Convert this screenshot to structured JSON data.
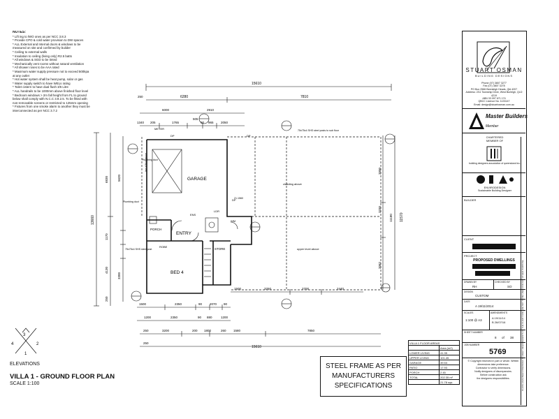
{
  "notes": {
    "heading": "NOTES:",
    "lines": [
      "* Lift ing to lWO ones as per NCC 3.8.3",
      "* Provide CPO & cold water provision to DW spaces",
      "* ALL External and Internal doors & windows to be",
      "measured on site and confirmed by builder",
      "* Ceiling to external walls",
      "* Insulation to ceiling (living only) R2.5 batts",
      "* All windows & SGD to be tinted",
      "* Mechanically vent rooms without natural ventilation",
      "* All shower roses to be AAA rated",
      "* Maximum water supply pressure not to exceed 500kpa",
      "at any outlet",
      "* Hot water system shall be heat pump, solar or gas",
      "* Water supply switch to have WELs rating",
      "* Toilet cistern to have dual flush 3/6 Litre",
      "* ALL handrails to be 1000mm above finished floor level",
      "* Bedroom windows > 2m fall height from FL to ground",
      "below shall comply with N.C.C 3.9.2.5. To be fitted with",
      "non-removable screens or restricted to 125mm opening",
      "* Fixtures from one smoke alarm to another they must be",
      "interconnected as per NCC 3.7.2"
    ]
  },
  "plan": {
    "rooms": {
      "garage": "GARAGE",
      "entry": "ENTRY",
      "bed4": "BED 4",
      "porch": "PORCH",
      "store": "STORE",
      "wm": "WM",
      "robe": "ROBE",
      "ldr": "LDR",
      "ens": "ENS"
    },
    "annotations": {
      "plumbing_duct_1": "Plumbing duct",
      "plumbing_duct_2": "Plumbing duct",
      "meter": "METER",
      "steel_post": "75x75x4 SHS steel post",
      "steel_post_2": "75x75x4 SHS steel posts to sub floor",
      "cladding_above": "cladding above",
      "upper_level_above": "upper level above",
      "line_of_floor_above": "line of floor above",
      "dp1": "DP",
      "dp2": "DP",
      "dp3": "DP",
      "ref": "21.1560"
    },
    "dims_top": {
      "overall": "15610",
      "d1": "6280",
      "d2": "7810",
      "d3": "250",
      "d4": "6000",
      "d5": "2910",
      "d6": "1340",
      "d7": "205",
      "d8": "1765",
      "d9": "505",
      "d10": "965",
      "d11": "2050",
      "d12": "90"
    },
    "dims_bottom": {
      "overall": "15610",
      "b1": "1500",
      "b2": "2350",
      "b3": "90",
      "b4": "2070",
      "b5": "90",
      "b6": "1200",
      "b7": "2350",
      "b8": "90",
      "b9": "880",
      "b10": "1200",
      "b11": "250",
      "b12": "3200",
      "b13": "200",
      "b14": "1800",
      "b15": "260",
      "b16": "1580",
      "b17": "7850",
      "b18": "250",
      "b19": "1500",
      "b20": "3250",
      "b21": "2700",
      "b22": "2440"
    },
    "dims_left": {
      "overall": "13660",
      "l1": "6830",
      "l2": "5620",
      "l3": "1170",
      "l4": "4130",
      "l5": "3300",
      "l6": "250"
    },
    "dims_right": {
      "overall": "11570",
      "r1": "11180",
      "r2": "2000",
      "r3": "3330",
      "r4": "2082"
    }
  },
  "title": {
    "elevations": "ELEVATIONS",
    "main": "VILLA 1 - GROUND FLOOR PLAN",
    "scale": "SCALE 1:100",
    "compass": [
      "1",
      "2",
      "3",
      "4"
    ]
  },
  "steel_note": {
    "line1": "STEEL FRAME AS PER",
    "line2": "MANUFACTURERS",
    "line3": "SPECIFICATIONS"
  },
  "areas_table": {
    "heading": "VILLA 1 FLOOR AREAS",
    "unit": "Area (m2)",
    "rows": [
      {
        "name": "LOWER LIVING",
        "value": "41.35"
      },
      {
        "name": "UPPER LIVING",
        "value": "101.45"
      },
      {
        "name": "GARAGE",
        "value": "39.53"
      },
      {
        "name": "PATIO",
        "value": "17.93"
      },
      {
        "name": "PORCH",
        "value": "2.45"
      },
      {
        "name": "TOTAL",
        "value": "202.35 m²"
      },
      {
        "name": "",
        "value": "21.78 sqs"
      }
    ]
  },
  "title_block": {
    "brand": "STUART OSMAN",
    "brand_sub": "BUILDING DESIGNS",
    "contact": [
      "Phone (07) 3807 3277",
      "Fax (07) 3807 3278",
      "PO Box 2566 Beenleigh Heads, Qld 4207",
      "Address: 2/11 Township Drive, West Burleigh, QLD 4219",
      "ABN 33 097 671 174",
      "QBCC Licence No. 1133147",
      "Email: design@stuartosman.com.au"
    ],
    "master_builders": "Master Builders",
    "master_builders_sub": "Member",
    "bdm_label": "CHARTERED",
    "bdm_label2": "MEMBER OF",
    "bdm_sub": "building designers association of queensland inc.",
    "env_title": "ENVIRODESIGN",
    "env_sub": "Sustainable Building Designer",
    "builder_label": "BUILDER",
    "client_label": "CLIENT",
    "project_label": "PROJECT",
    "project_name": "PROPOSED DWELLINGS",
    "drawn_label": "DRAWN BY",
    "checked_label": "CHECKED BY",
    "drawn_by": "RH",
    "checked_by": "SO",
    "design_label": "DESIGN",
    "design_value": "CUSTOM",
    "date_label": "DATE",
    "date_value": "A 19/11/2014",
    "scales_label": "SCALES",
    "amendments_label": "AMENDMENTS",
    "scale_value": "1:100 @ A3",
    "amendment_1": "A 19/11/14",
    "amendment_2": "B 26/07/16",
    "sheet_label": "SHEET NUMBER",
    "sheet_value": "8",
    "sheet_of": "of",
    "sheet_total": "38",
    "job_label": "JOB NUMBER",
    "job_value": "5769",
    "copyright": [
      "© Copyright reserved in part or whole. Written",
      "dimensions take preference.",
      "Contractor to verify dimensions.",
      "Notify designers of discrepancies.",
      "Before construction ask",
      "the designers responsibilities."
    ],
    "side_strip": "PLANS HAVE BEEN PREPARED TO MEET REQUIREMENTS OF THE CLIENT AND ARE NOT TO BE USED FOR ANY OTHER PURPOSE"
  }
}
